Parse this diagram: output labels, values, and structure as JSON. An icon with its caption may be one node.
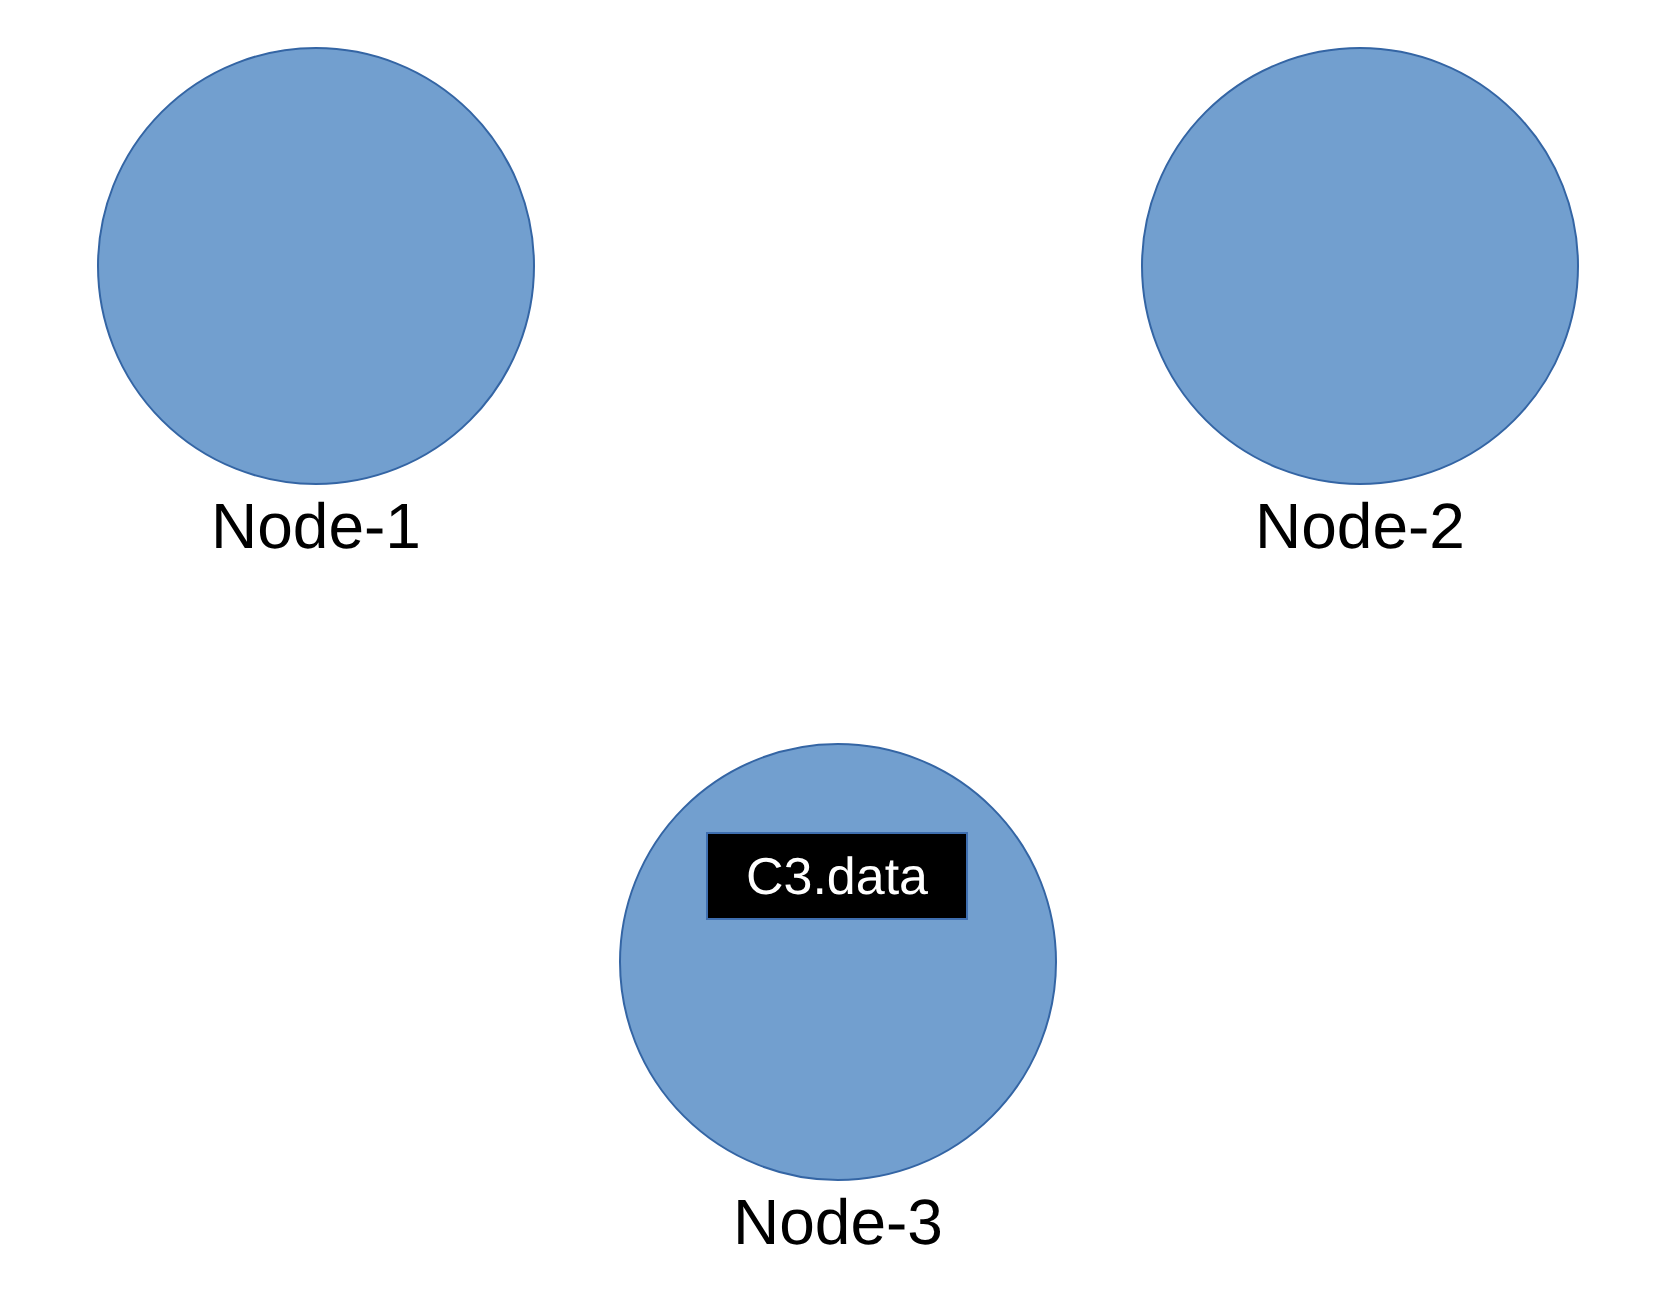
{
  "diagram": {
    "nodes": [
      {
        "text": [
          "Node-1"
        ]
      },
      {
        "text": [
          "Node-2"
        ]
      },
      {
        "text": [
          "Node-3"
        ]
      },
      {
        "text": [
          "C3.data"
        ],
        "in": 2
      }
    ]
  }
}
